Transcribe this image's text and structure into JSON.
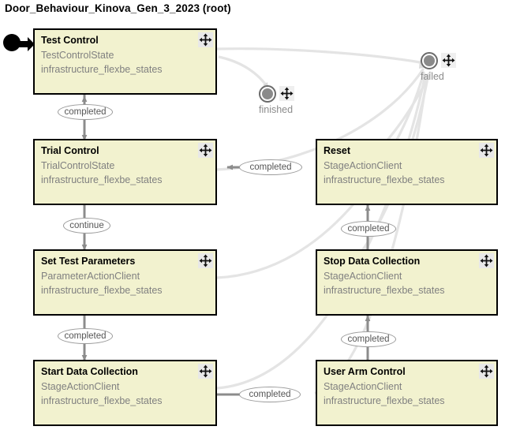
{
  "title": "Door_Behaviour_Kinova_Gen_3_2023 (root)",
  "colors": {
    "state_fill": "#f2f2cf",
    "state_border": "#000000",
    "state_subtext": "#808080",
    "edge_active": "#808080",
    "edge_faded": "#e2e2e2",
    "outcome_gray": "#8a8a8a",
    "label_text": "#555555"
  },
  "icons": {
    "move_handle": "move-handle-icon",
    "start": "start-node-icon"
  },
  "states": [
    {
      "id": "test-control",
      "name": "Test Control",
      "class": "TestControlState",
      "package": "infrastructure_flexbe_states"
    },
    {
      "id": "trial-control",
      "name": "Trial Control",
      "class": "TrialControlState",
      "package": "infrastructure_flexbe_states"
    },
    {
      "id": "set-test-parameters",
      "name": "Set Test Parameters",
      "class": "ParameterActionClient",
      "package": "infrastructure_flexbe_states"
    },
    {
      "id": "start-data-collection",
      "name": "Start Data Collection",
      "class": "StageActionClient",
      "package": "infrastructure_flexbe_states"
    },
    {
      "id": "reset",
      "name": "Reset",
      "class": "StageActionClient",
      "package": "infrastructure_flexbe_states"
    },
    {
      "id": "stop-data-collection",
      "name": "Stop Data Collection",
      "class": "StageActionClient",
      "package": "infrastructure_flexbe_states"
    },
    {
      "id": "user-arm-control",
      "name": "User Arm Control",
      "class": "StageActionClient",
      "package": "infrastructure_flexbe_states"
    }
  ],
  "outcomes": [
    {
      "id": "finished",
      "label": "finished"
    },
    {
      "id": "failed",
      "label": "failed"
    }
  ],
  "transitions": [
    {
      "id": "t1",
      "from": "test-control",
      "to": "trial-control",
      "label": "completed"
    },
    {
      "id": "t2",
      "from": "trial-control",
      "to": "set-test-parameters",
      "label": "continue"
    },
    {
      "id": "t3",
      "from": "set-test-parameters",
      "to": "start-data-collection",
      "label": "completed"
    },
    {
      "id": "t4",
      "from": "start-data-collection",
      "to": "user-arm-control",
      "label": "completed"
    },
    {
      "id": "t5",
      "from": "user-arm-control",
      "to": "stop-data-collection",
      "label": "completed"
    },
    {
      "id": "t6",
      "from": "stop-data-collection",
      "to": "reset",
      "label": "completed"
    },
    {
      "id": "t7",
      "from": "reset",
      "to": "trial-control",
      "label": "completed"
    }
  ]
}
